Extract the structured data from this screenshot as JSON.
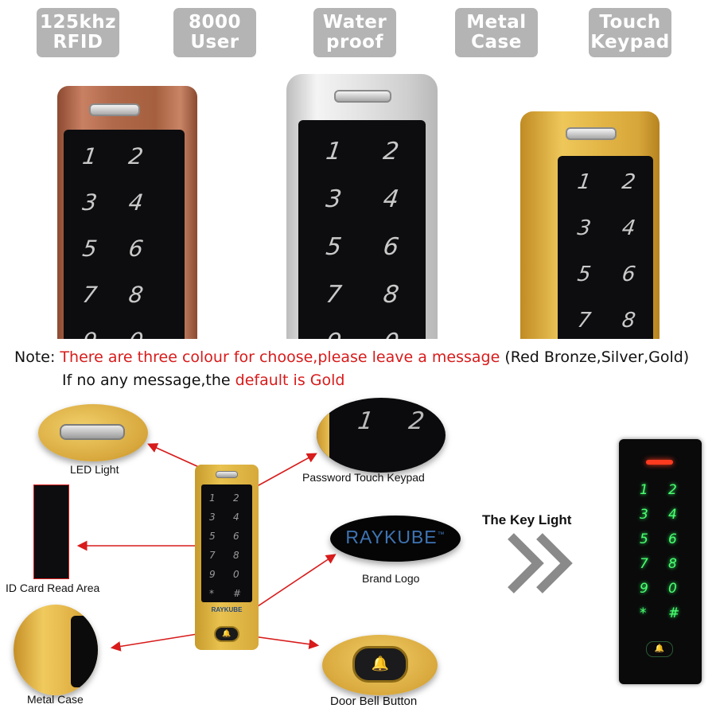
{
  "badges": [
    {
      "line1": "125khz",
      "line2": "RFID"
    },
    {
      "line1": "8000",
      "line2": "User"
    },
    {
      "line1": "Water",
      "line2": "proof"
    },
    {
      "line1": "Metal",
      "line2": "Case"
    },
    {
      "line1": "Touch",
      "line2": "Keypad"
    }
  ],
  "keypad_keys": [
    "1",
    "2",
    "3",
    "4",
    "5",
    "6",
    "7",
    "8",
    "9",
    "0"
  ],
  "note": {
    "prefix": "Note: ",
    "highlight1": "There are three colour for choose,please leave a message",
    "colours": " (Red Bronze,Silver,Gold)",
    "line2_prefix": "If no any message,the ",
    "highlight2": "default is Gold"
  },
  "callouts": {
    "led_light": "LED Light",
    "password_keypad": "Password Touch Keypad",
    "brand_logo": "Brand Logo",
    "id_card_area": "ID Card Read Area",
    "metal_case": "Metal Case",
    "door_bell": "Door Bell Button"
  },
  "brand": "RAYKUBE",
  "brand_tm": "™",
  "key_light_title": "The Key Light",
  "extra_keys": [
    "*",
    "#"
  ],
  "bell_glyph": "🔔",
  "colors": {
    "badge_bg": "#b4b4b4",
    "note_red": "#d81b1b",
    "bronze": "#b0694a",
    "silver": "#d9d9d9",
    "gold": "#e2b445",
    "key_glow": "#4cff73",
    "arrow": "#d81b1b"
  }
}
